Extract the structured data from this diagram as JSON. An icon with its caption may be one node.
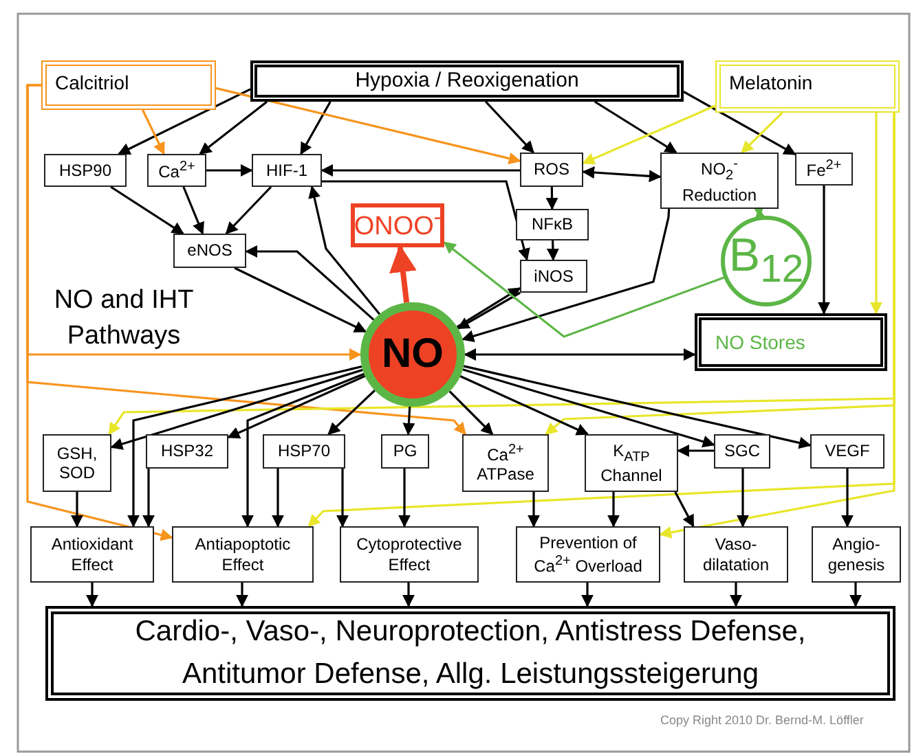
{
  "diagram": {
    "nodes": [
      {
        "text": [
          "Calcitriol"
        ]
      },
      {
        "text": [
          "Hypoxia / Reoxigenation"
        ]
      },
      {
        "text": [
          "Melatonin"
        ]
      },
      {
        "text": [
          "HSP90"
        ]
      },
      {
        "text": [
          "Ca$^{2+}$"
        ]
      },
      {
        "text": [
          "HIF-1"
        ]
      },
      {
        "text": [
          "ROS"
        ]
      },
      {
        "text": [
          "NO$_{2}$$^{-}$ Reduction"
        ]
      },
      {
        "text": [
          "Fe$^{2+}$"
        ]
      },
      {
        "text": [
          "eNOS"
        ]
      },
      {
        "text": [
          "ONOO$^{-}$"
        ]
      },
      {
        "text": [
          "NFκB"
        ]
      },
      {
        "text": [
          "iNOS"
        ]
      },
      {
        "text": [
          "B$_{12}$"
        ]
      },
      {
        "text": [
          "NO"
        ]
      },
      {
        "text": [
          "NO Stores"
        ]
      },
      {
        "text": [
          "GSH, SOD"
        ]
      },
      {
        "text": [
          "HSP32"
        ]
      },
      {
        "text": [
          "HSP70"
        ]
      },
      {
        "text": [
          "PG"
        ]
      },
      {
        "text": [
          "Ca$^{2+}$ ATPase"
        ]
      },
      {
        "text": [
          "K$_{ATP}$ Channel"
        ]
      },
      {
        "text": [
          "SGC"
        ]
      },
      {
        "text": [
          "VEGF"
        ]
      },
      {
        "text": [
          "Antioxidant Effect"
        ]
      },
      {
        "text": [
          "Antiapoptotic Effect"
        ]
      },
      {
        "text": [
          "Cytoprotective Effect"
        ]
      },
      {
        "text": [
          "Prevention of Ca$^{2+}$ Overload"
        ]
      },
      {
        "text": [
          "Vaso- dilatation"
        ]
      },
      {
        "text": [
          "Angio- genesis"
        ]
      },
      {
        "text": [
          "Cardio-, Vaso-, Neuroprotection, Antistress Defense, Antitumor Defense, Allg. Leistungssteigerung"
        ]
      }
    ],
    "edges": [
      {
        "from": 1,
        "to": 3,
        "arrow": "to"
      },
      {
        "from": 1,
        "to": 4,
        "arrow": "to"
      },
      {
        "from": 1,
        "to": 5,
        "arrow": "to"
      },
      {
        "from": 1,
        "to": 6,
        "arrow": "to"
      },
      {
        "from": 1,
        "to": 7,
        "arrow": "to"
      },
      {
        "from": 1,
        "to": 8,
        "arrow": "to"
      },
      {
        "from": 0,
        "to": 4,
        "arrow": "to",
        "color": "#f7941d"
      },
      {
        "from": 0,
        "to": 6,
        "arrow": "to",
        "color": "#f7941d"
      },
      {
        "from": 0,
        "to": 14,
        "arrow": "to",
        "color": "#f7941d"
      },
      {
        "from": 0,
        "to": 20,
        "arrow": "to",
        "color": "#f7941d"
      },
      {
        "from": 0,
        "to": 25,
        "arrow": "to",
        "color": "#f7941d"
      },
      {
        "from": 2,
        "to": 6,
        "arrow": "to",
        "color": "#e8e62a"
      },
      {
        "from": 2,
        "to": 7,
        "arrow": "to",
        "color": "#e8e62a"
      },
      {
        "from": 2,
        "to": 15,
        "arrow": "to",
        "color": "#e8e62a"
      },
      {
        "from": 2,
        "to": 16,
        "arrow": "to",
        "color": "#e8e62a"
      },
      {
        "from": 2,
        "to": 20,
        "arrow": "to",
        "color": "#e8e62a"
      },
      {
        "from": 2,
        "to": 25,
        "arrow": "to",
        "color": "#e8e62a"
      },
      {
        "from": 2,
        "to": 27,
        "arrow": "to",
        "color": "#e8e62a"
      },
      {
        "from": 3,
        "to": 9,
        "arrow": "to"
      },
      {
        "from": 4,
        "to": 9,
        "arrow": "to"
      },
      {
        "from": 5,
        "to": 9,
        "arrow": "to"
      },
      {
        "from": 4,
        "to": 5,
        "arrow": "to"
      },
      {
        "from": 6,
        "to": 5,
        "arrow": "to"
      },
      {
        "from": 6,
        "to": 7,
        "arrow": "both"
      },
      {
        "from": 6,
        "to": 11,
        "arrow": "to"
      },
      {
        "from": 11,
        "to": 12,
        "arrow": "to"
      },
      {
        "from": 5,
        "to": 12,
        "arrow": "to"
      },
      {
        "from": 14,
        "to": 5,
        "arrow": "to"
      },
      {
        "from": 14,
        "to": 9,
        "arrow": "to"
      },
      {
        "from": 9,
        "to": 14,
        "arrow": "to"
      },
      {
        "from": 14,
        "to": 10,
        "arrow": "to",
        "style": "thick",
        "color": "#ee4225"
      },
      {
        "from": 7,
        "to": 14,
        "arrow": "to"
      },
      {
        "from": 14,
        "to": 12,
        "arrow": "to"
      },
      {
        "from": 12,
        "to": 14,
        "arrow": "to"
      },
      {
        "from": 13,
        "to": 10,
        "arrow": "to",
        "color": "#5cb646"
      },
      {
        "from": 13,
        "to": 7,
        "arrow": "both",
        "color": "#5cb646"
      },
      {
        "from": 8,
        "to": 15,
        "arrow": "to"
      },
      {
        "from": 14,
        "to": 15,
        "arrow": "both"
      },
      {
        "from": 14,
        "to": 16,
        "arrow": "to"
      },
      {
        "from": 14,
        "to": 17,
        "arrow": "to"
      },
      {
        "from": 14,
        "to": 18,
        "arrow": "to"
      },
      {
        "from": 14,
        "to": 19,
        "arrow": "to"
      },
      {
        "from": 14,
        "to": 20,
        "arrow": "to"
      },
      {
        "from": 14,
        "to": 21,
        "arrow": "to"
      },
      {
        "from": 14,
        "to": 22,
        "arrow": "to"
      },
      {
        "from": 14,
        "to": 23,
        "arrow": "to"
      },
      {
        "from": 14,
        "to": 24,
        "arrow": "to"
      },
      {
        "from": 17,
        "to": 24,
        "arrow": "to"
      },
      {
        "from": 16,
        "to": 24,
        "arrow": "to"
      },
      {
        "from": 14,
        "to": 25,
        "arrow": "to"
      },
      {
        "from": 18,
        "to": 25,
        "arrow": "to"
      },
      {
        "from": 18,
        "to": 26,
        "arrow": "to"
      },
      {
        "from": 19,
        "to": 26,
        "arrow": "to"
      },
      {
        "from": 20,
        "to": 27,
        "arrow": "to"
      },
      {
        "from": 21,
        "to": 27,
        "arrow": "to"
      },
      {
        "from": 21,
        "to": 28,
        "arrow": "to"
      },
      {
        "from": 22,
        "to": 21,
        "arrow": "to"
      },
      {
        "from": 22,
        "to": 28,
        "arrow": "to"
      },
      {
        "from": 23,
        "to": 29,
        "arrow": "to"
      },
      {
        "from": 24,
        "to": 30,
        "arrow": "to"
      },
      {
        "from": 25,
        "to": 30,
        "arrow": "to"
      },
      {
        "from": 26,
        "to": 30,
        "arrow": "to"
      },
      {
        "from": 27,
        "to": 30,
        "arrow": "to"
      },
      {
        "from": 28,
        "to": 30,
        "arrow": "to"
      },
      {
        "from": 29,
        "to": 30,
        "arrow": "to"
      }
    ],
    "labels": [
      "NO and IHT Pathways",
      "Copy Right  2010 Dr. Bernd-M. Löffler"
    ]
  }
}
